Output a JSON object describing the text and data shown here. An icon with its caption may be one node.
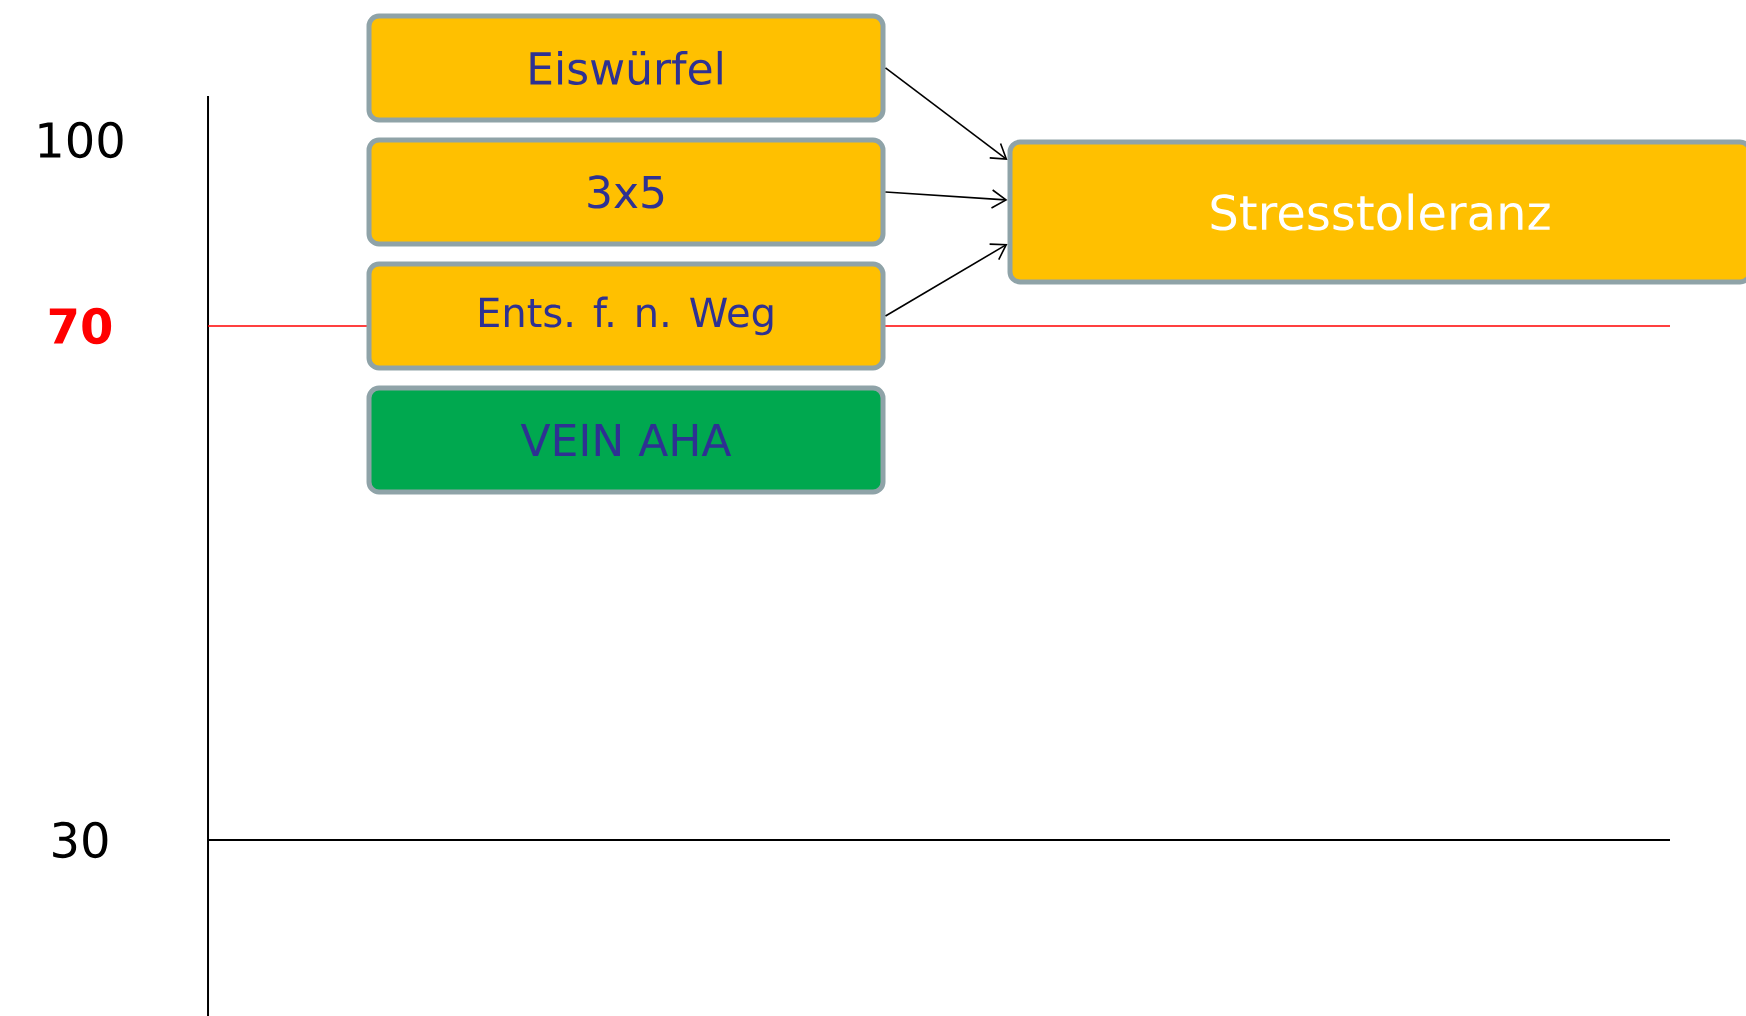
{
  "diagram": {
    "nodes": [
      {
        "text": [
          "Eiswürfel"
        ]
      },
      {
        "text": [
          "3x5"
        ]
      },
      {
        "text": [
          "Ents. f. n. Weg"
        ]
      },
      {
        "text": [
          "VEIN AHA"
        ]
      },
      {
        "text": [
          "Stresstoleranz"
        ]
      }
    ],
    "edges": [
      {
        "from": 0,
        "to": 4,
        "arrow": "to"
      },
      {
        "from": 1,
        "to": 4,
        "arrow": "to"
      },
      {
        "from": 2,
        "to": 4,
        "arrow": "to"
      }
    ],
    "labels": [
      "100",
      "70",
      "30"
    ]
  }
}
